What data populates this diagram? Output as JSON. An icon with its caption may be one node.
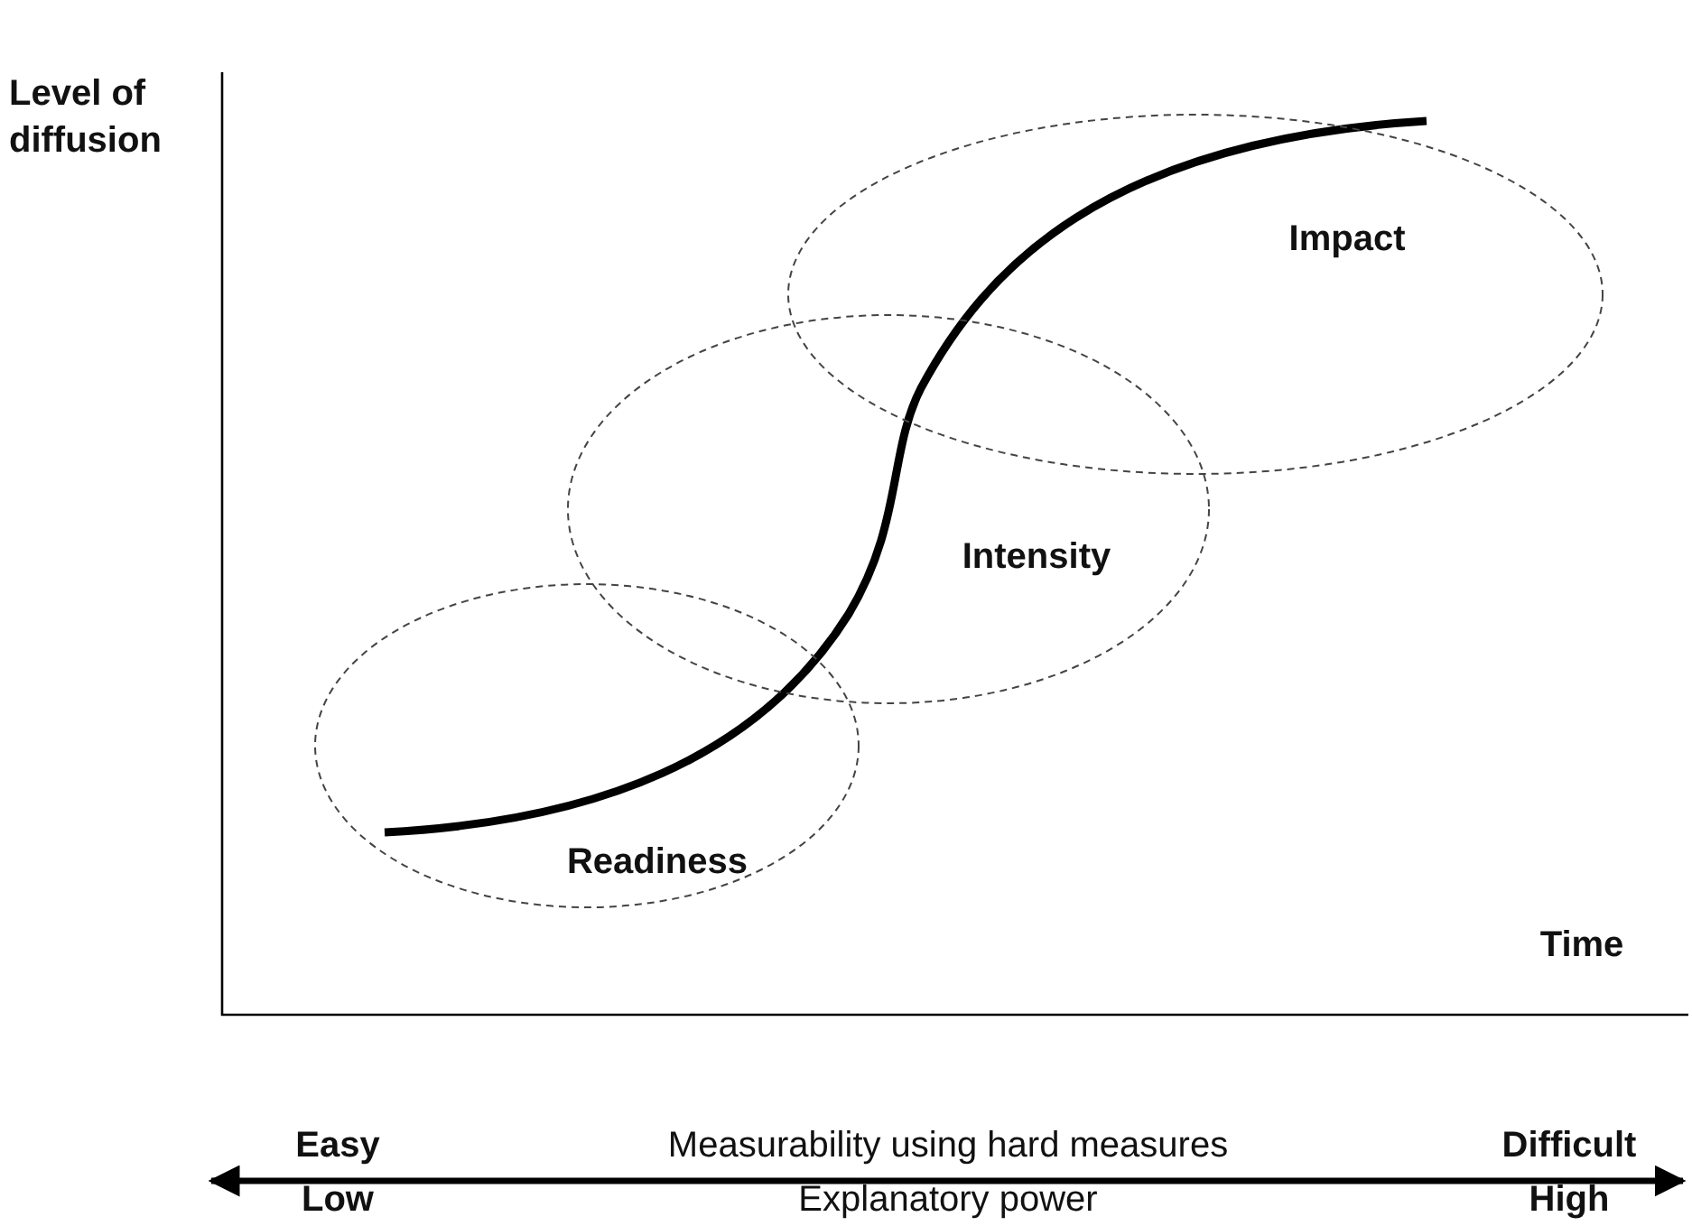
{
  "diagram": {
    "nodes": [
      {
        "text": [
          "Readiness"
        ]
      },
      {
        "text": [
          "Intensity"
        ]
      },
      {
        "text": [
          "Impact"
        ]
      }
    ],
    "labels": [
      "Level of diffusion",
      "Time",
      "Easy",
      "Measurability using hard measures",
      "Difficult",
      "Low",
      "Explanatory power",
      "High"
    ]
  }
}
